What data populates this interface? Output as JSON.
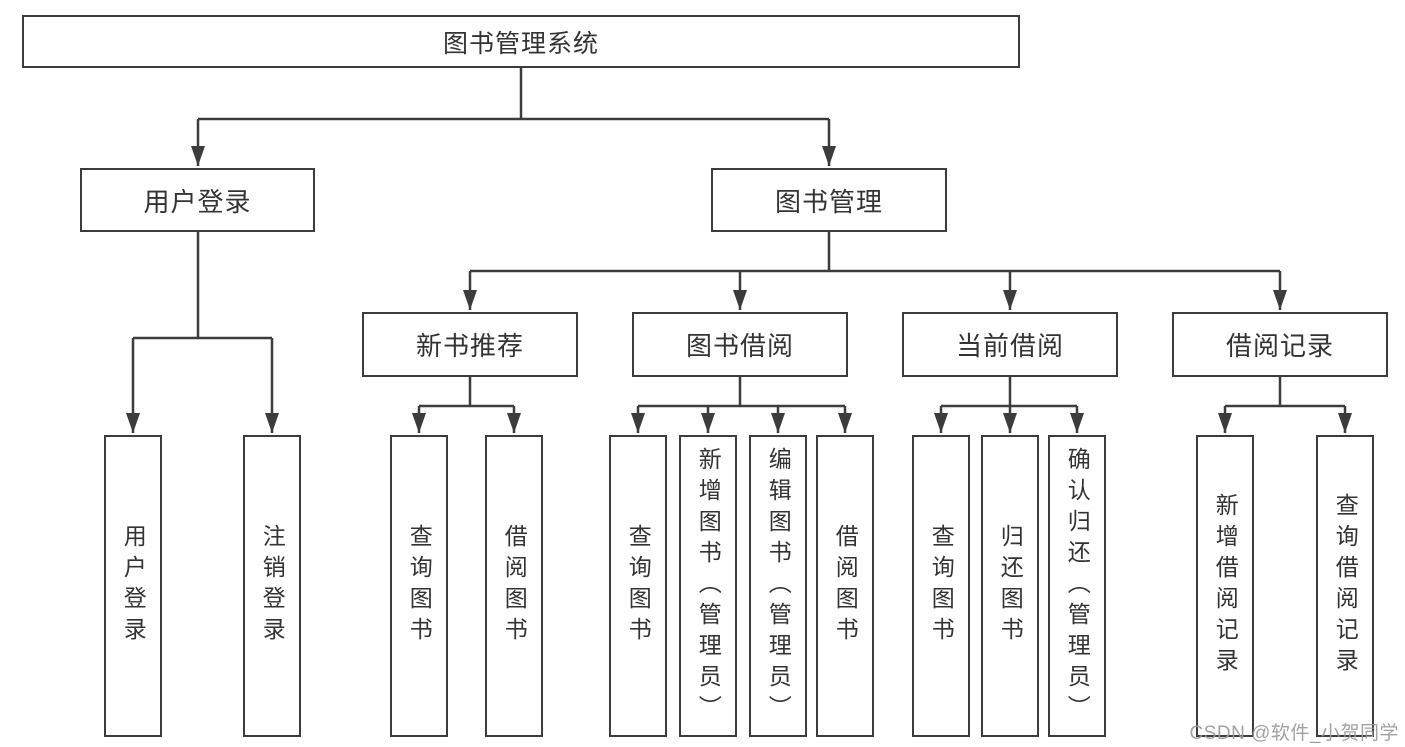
{
  "tree": {
    "label": "图书管理系统",
    "children": [
      {
        "label": "用户登录",
        "children": [
          {
            "label": "用户登录"
          },
          {
            "label": "注销登录"
          }
        ]
      },
      {
        "label": "图书管理",
        "children": [
          {
            "label": "新书推荐",
            "children": [
              {
                "label": "查询图书"
              },
              {
                "label": "借阅图书"
              }
            ]
          },
          {
            "label": "图书借阅",
            "children": [
              {
                "label": "查询图书"
              },
              {
                "label": "新增图书（管理员）"
              },
              {
                "label": "编辑图书（管理员）"
              },
              {
                "label": "借阅图书"
              }
            ]
          },
          {
            "label": "当前借阅",
            "children": [
              {
                "label": "查询图书"
              },
              {
                "label": "归还图书"
              },
              {
                "label": "确认归还（管理员）"
              }
            ]
          },
          {
            "label": "借阅记录",
            "children": [
              {
                "label": "新增借阅记录"
              },
              {
                "label": "查询借阅记录"
              }
            ]
          }
        ]
      }
    ]
  },
  "watermark": {
    "text": "CSDN @软件_小贺同学"
  },
  "colors": {
    "line": "#3c3c3c",
    "box_border": "#3c3c3c",
    "text": "#333333",
    "watermark_text": "#9b9b9e",
    "background": "#ffffff"
  }
}
